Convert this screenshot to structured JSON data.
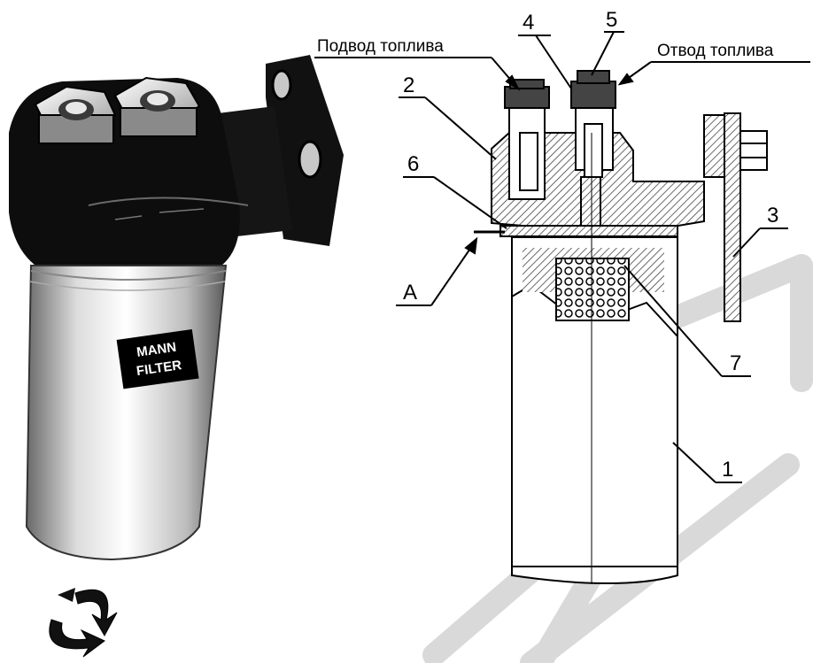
{
  "labels": {
    "fuel_in": "Подвод топлива",
    "fuel_out": "Отвод топлива",
    "point_a": "А",
    "part_1": "1",
    "part_2": "2",
    "part_3": "3",
    "part_4": "4",
    "part_5": "5",
    "part_6": "6",
    "part_7": "7"
  },
  "brand": {
    "line1": "MANN",
    "line2": "FILTER"
  },
  "colors": {
    "watermark": "#d9d9d9",
    "hatch": "#555555",
    "outline": "#000000"
  }
}
